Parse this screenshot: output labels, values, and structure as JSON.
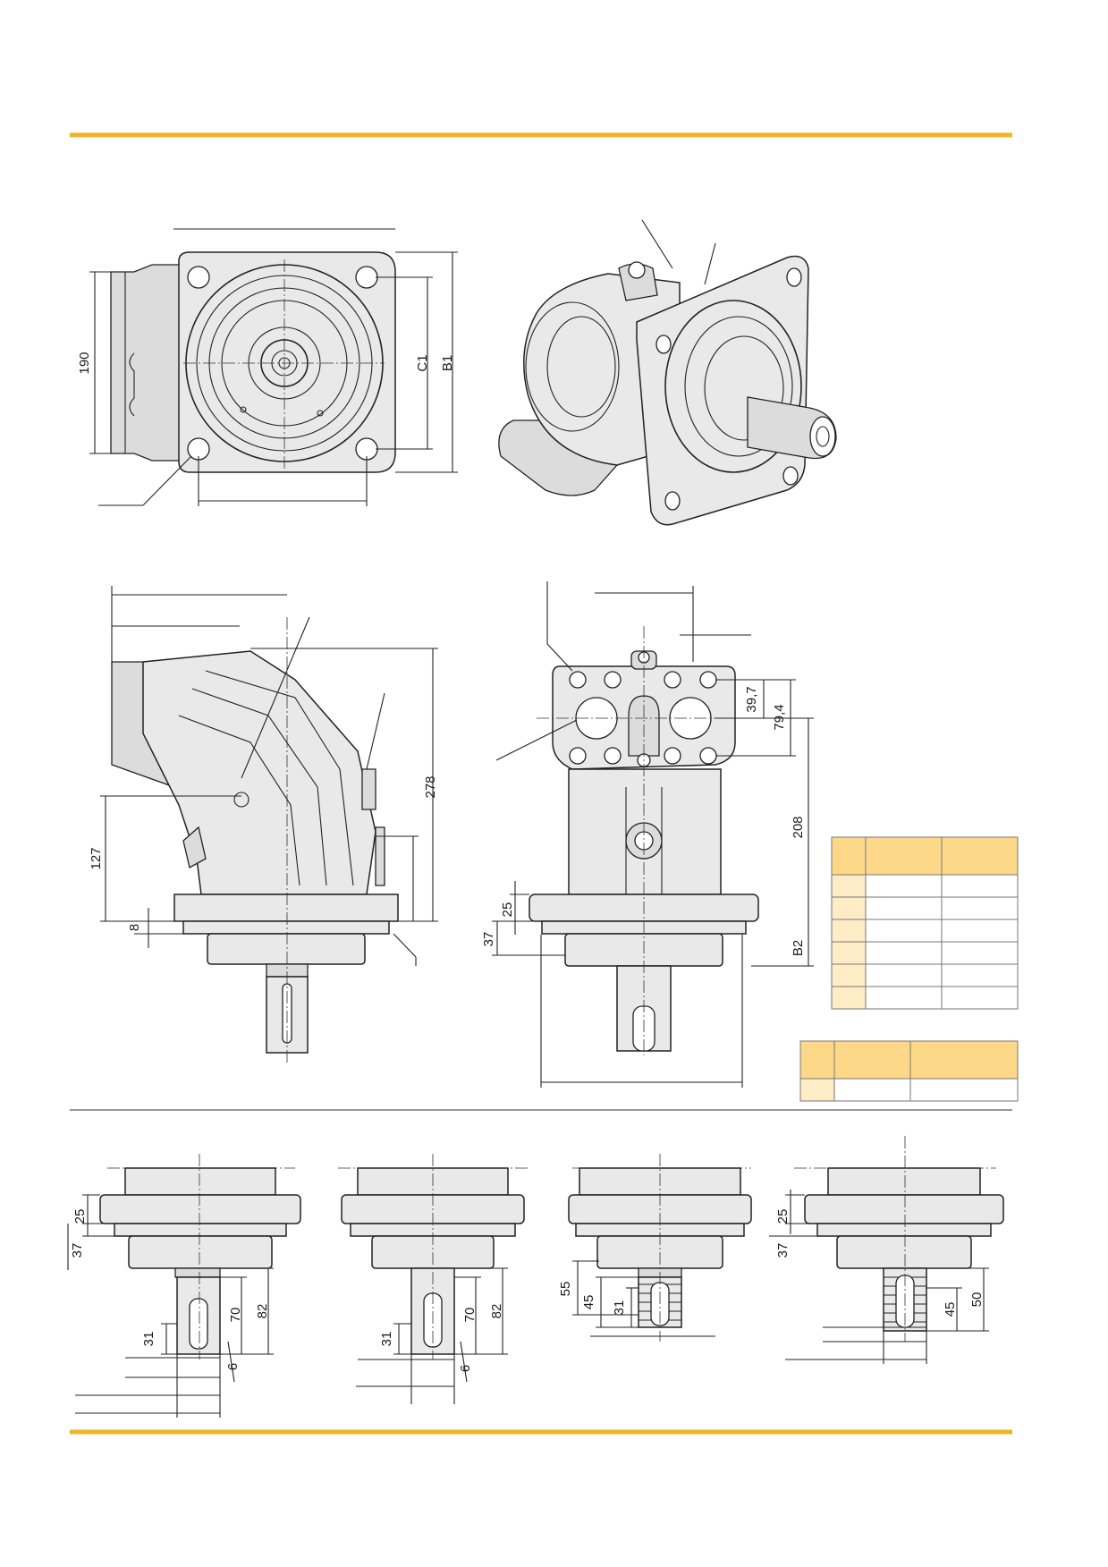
{
  "colors": {
    "accent_rule": "#f0b323",
    "table_header": "#fcd888",
    "table_side": "#fdecc6",
    "part_fill": "#e9e9e9"
  },
  "front_view": {
    "dims": {
      "height_190": "190",
      "c1": "C1",
      "b1": "B1"
    }
  },
  "side_view": {
    "dims": {
      "d278": "278",
      "d127": "127",
      "d8": "8"
    }
  },
  "end_view": {
    "dims": {
      "d39_7": "39,7",
      "d79_4": "79,4",
      "d208": "208",
      "d25": "25",
      "d37": "37",
      "b2": "B2"
    }
  },
  "shaft_variants": [
    {
      "d37": "37",
      "d25": "25",
      "d31": "31",
      "d70": "70",
      "d82": "82",
      "d6": "6"
    },
    {
      "d31": "31",
      "d70": "70",
      "d82": "82",
      "d6": "6"
    },
    {
      "d55": "55",
      "d45": "45",
      "d31": "31"
    },
    {
      "d37": "37",
      "d25": "25",
      "d45": "45",
      "d50": "50"
    }
  ],
  "table_main": {
    "rows": 6
  },
  "table_small": {
    "rows": 1
  }
}
